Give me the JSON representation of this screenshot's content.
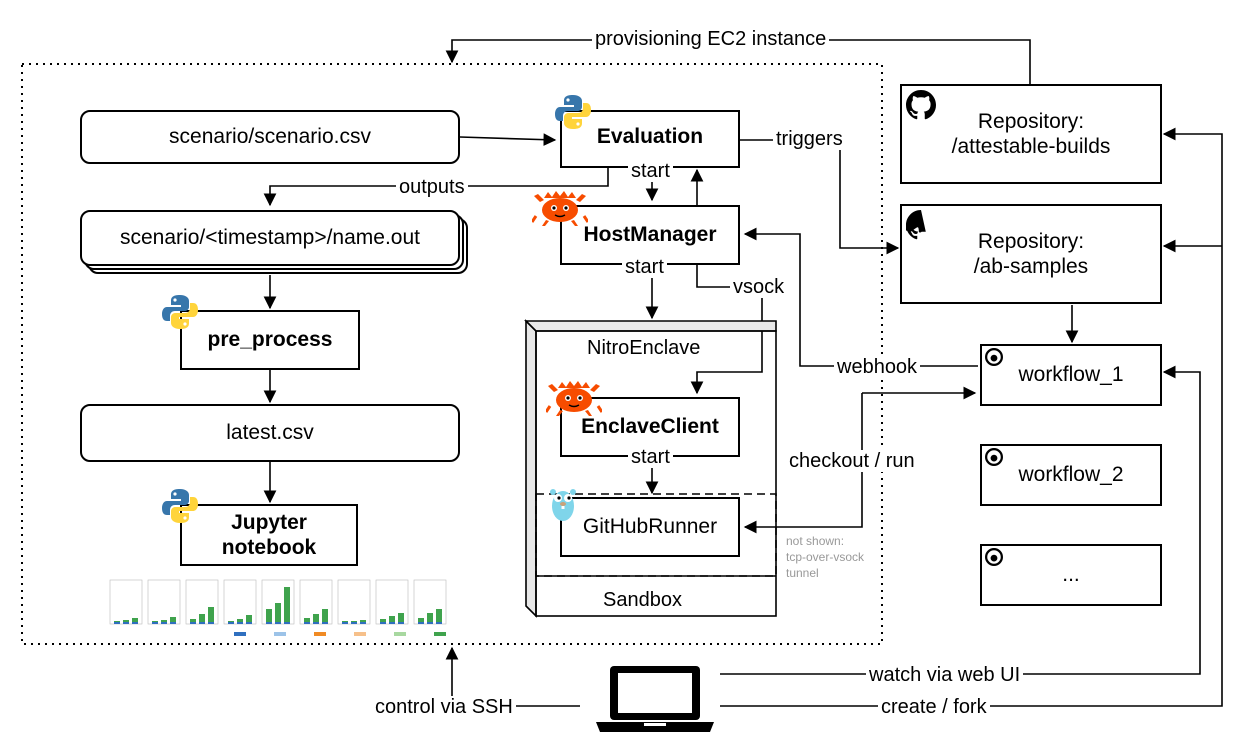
{
  "labels": {
    "provisioning": "provisioning EC2 instance",
    "triggers": "triggers",
    "outputs": "outputs",
    "vsock": "vsock",
    "webhook": "webhook",
    "checkout_run": "checkout / run",
    "control_ssh": "control via SSH",
    "watch_web_ui": "watch via web UI",
    "create_fork": "create / fork",
    "start_eval": "start",
    "start_host": "start",
    "start_enclave": "start"
  },
  "boxes": {
    "scenario_csv": "scenario/scenario.csv",
    "evaluation": "Evaluation",
    "host_manager": "HostManager",
    "scenario_out": "scenario/<timestamp>/name.out",
    "pre_process": "pre_process",
    "latest_csv": "latest.csv",
    "jupyter_line1": "Jupyter",
    "jupyter_line2": "notebook",
    "nitro_enclave": "NitroEnclave",
    "enclave_client": "EnclaveClient",
    "github_runner": "GitHubRunner",
    "sandbox": "Sandbox",
    "repo_attestable_1": "Repository:",
    "repo_attestable_2": "/attestable-builds",
    "repo_samples_1": "Repository:",
    "repo_samples_2": "/ab-samples",
    "workflow_1": "workflow_1",
    "workflow_2": "workflow_2",
    "workflow_more": "..."
  },
  "notes": {
    "not_shown_1": "not shown:",
    "not_shown_2": "tcp-over-vsock",
    "not_shown_3": "tunnel"
  },
  "colors": {
    "python_blue": "#3776ab",
    "python_yellow": "#ffd43b",
    "rust_orange": "#f74c00",
    "go_blue": "#7fd5ea",
    "chart_green": "#3fa34d",
    "chart_blue": "#2f6fbf"
  },
  "icons": [
    "python-icon",
    "rust-crab-icon",
    "go-gopher-icon",
    "github-icon",
    "laptop-icon"
  ]
}
